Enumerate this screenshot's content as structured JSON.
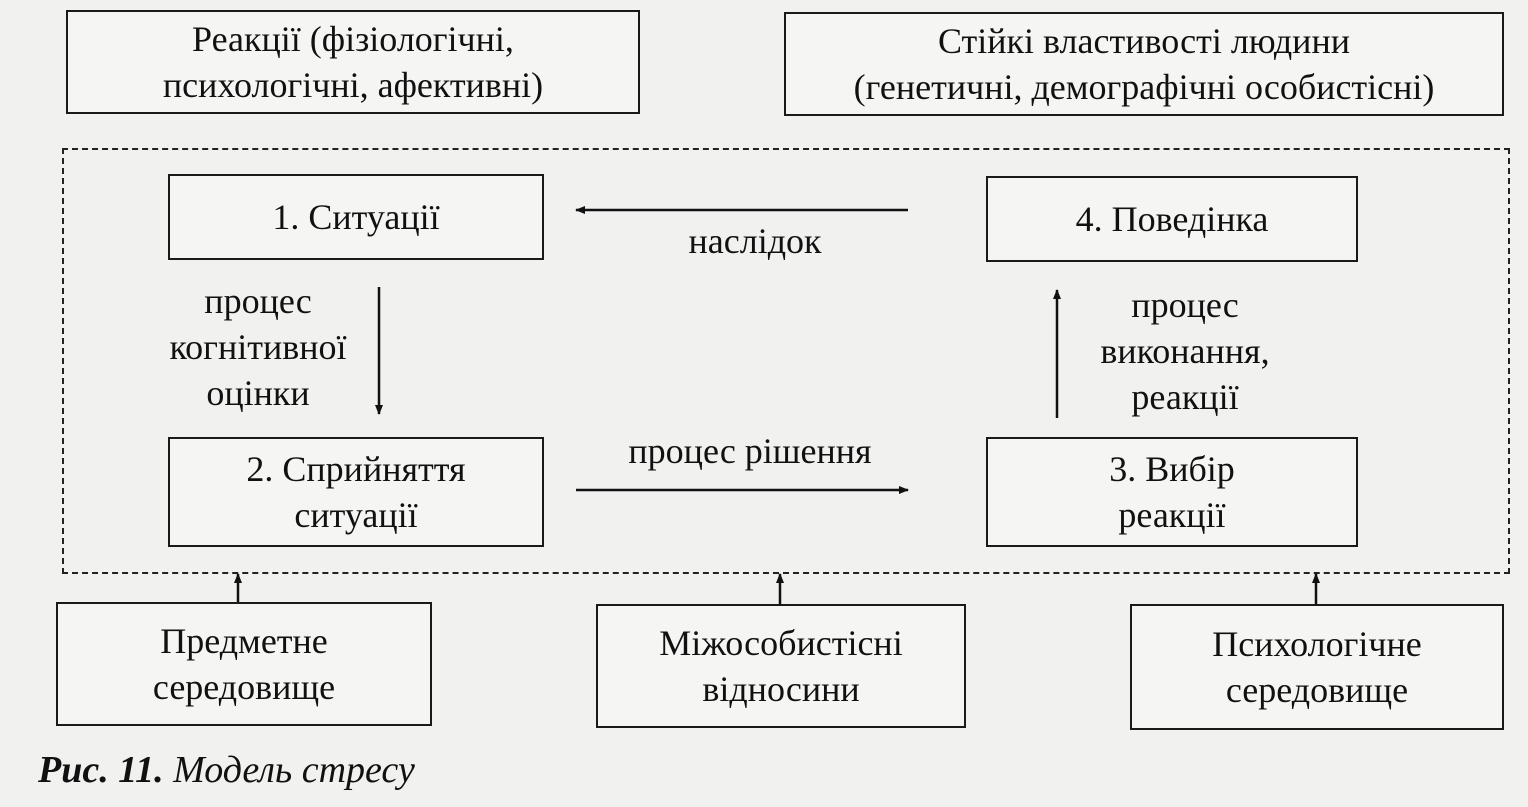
{
  "top_boxes": {
    "reactions": [
      "Реакції (фізіологічні,",
      "психологічні, афективні)"
    ],
    "traits": [
      "Стійкі властивості людини",
      "(генетичні, демографічні особистісні)"
    ]
  },
  "stages": {
    "s1": [
      "1. Ситуації"
    ],
    "s2": [
      "2. Сприйняття",
      "ситуації"
    ],
    "s3": [
      "3. Вибір",
      "реакції"
    ],
    "s4": [
      "4. Поведінка"
    ]
  },
  "processes": {
    "consequence": [
      "наслідок"
    ],
    "cognitive": [
      "процес",
      "когнітивної",
      "оцінки"
    ],
    "decision": [
      "процес рішення"
    ],
    "execution": [
      "процес",
      "виконання,",
      "реакції"
    ]
  },
  "bottom_boxes": {
    "subject": [
      "Предметне",
      "середовище"
    ],
    "interpersonal": [
      "Міжособистісні",
      "відносини"
    ],
    "psychological": [
      "Психологічне",
      "середовище"
    ]
  },
  "caption": {
    "number": "Рис. 11.",
    "title": "Модель стресу"
  }
}
